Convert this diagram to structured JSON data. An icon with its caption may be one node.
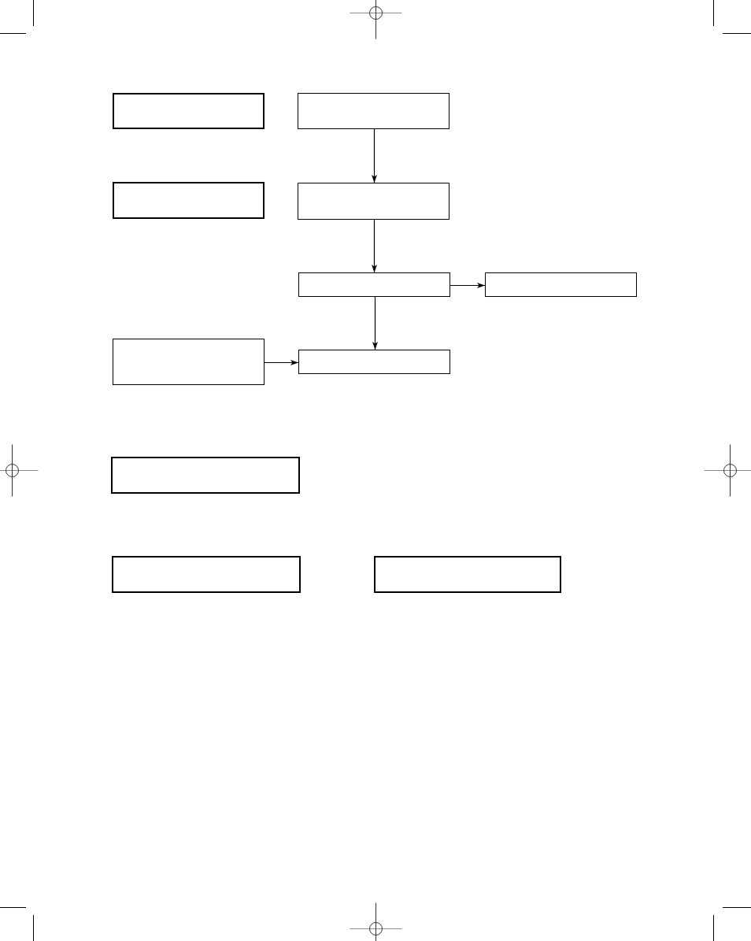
{
  "diagram": {
    "nodes": [
      {
        "text": [],
        "shape": "box"
      },
      {
        "text": [],
        "shape": "box"
      },
      {
        "text": [],
        "shape": "box"
      },
      {
        "text": [],
        "shape": "box"
      },
      {
        "text": [],
        "shape": "box"
      },
      {
        "text": [],
        "shape": "box"
      },
      {
        "text": [],
        "shape": "box"
      },
      {
        "text": [],
        "shape": "box"
      },
      {
        "text": [],
        "shape": "box"
      },
      {
        "text": [],
        "shape": "box"
      },
      {
        "text": [],
        "shape": "box"
      }
    ],
    "edges": [
      {
        "from": 1,
        "to": 3,
        "arrow": "to"
      },
      {
        "from": 3,
        "to": 4,
        "arrow": "to"
      },
      {
        "from": 4,
        "to": 5,
        "arrow": "to"
      },
      {
        "from": 4,
        "to": 7,
        "arrow": "to"
      },
      {
        "from": 6,
        "to": 7,
        "arrow": "to"
      }
    ]
  }
}
